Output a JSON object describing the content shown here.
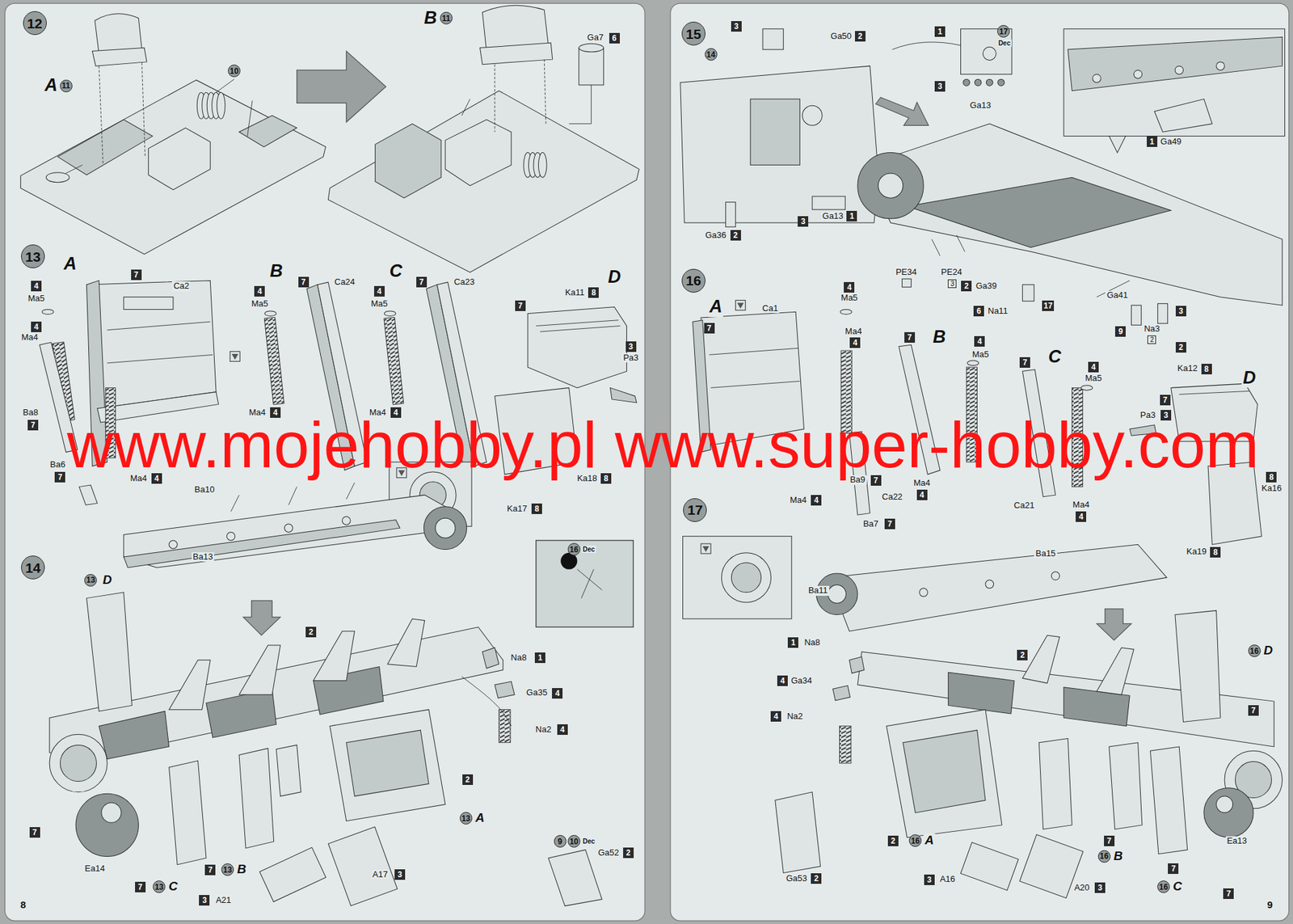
{
  "diagram": {
    "nodes": [
      {
        "text": [
          "12"
        ]
      },
      {
        "text": [
          "11"
        ]
      },
      {
        "text": [
          "10"
        ]
      },
      {
        "text": [
          "11"
        ]
      },
      {
        "text": [
          "6"
        ]
      },
      {
        "text": [
          "13"
        ]
      },
      {
        "text": [
          "4"
        ]
      },
      {
        "text": [
          "4"
        ]
      },
      {
        "text": [
          "7"
        ]
      },
      {
        "text": [
          "7"
        ]
      },
      {
        "text": [
          "7"
        ]
      },
      {
        "text": [
          "4"
        ]
      },
      {
        "text": [
          "4"
        ]
      },
      {
        "text": [
          "7"
        ]
      },
      {
        "text": [
          "4"
        ]
      },
      {
        "text": [
          "4"
        ]
      },
      {
        "text": [
          "7"
        ]
      },
      {
        "text": [
          "4"
        ]
      },
      {
        "text": [
          "7"
        ]
      },
      {
        "text": [
          "8"
        ]
      },
      {
        "text": [
          "3"
        ]
      },
      {
        "text": [
          "8"
        ]
      },
      {
        "text": [
          "8"
        ]
      },
      {
        "text": [
          "14"
        ]
      },
      {
        "text": [
          "13"
        ]
      },
      {
        "text": [
          "2"
        ]
      },
      {
        "text": [
          "16"
        ]
      },
      {
        "text": [
          "1"
        ]
      },
      {
        "text": [
          "4"
        ]
      },
      {
        "text": [
          "4"
        ]
      },
      {
        "text": [
          "2"
        ]
      },
      {
        "text": [
          "13"
        ]
      },
      {
        "text": [
          "9"
        ]
      },
      {
        "text": [
          "10"
        ]
      },
      {
        "text": [
          "2"
        ]
      },
      {
        "text": [
          "7"
        ]
      },
      {
        "text": [
          "7"
        ]
      },
      {
        "text": [
          "13"
        ]
      },
      {
        "text": [
          "7"
        ]
      },
      {
        "text": [
          "13"
        ]
      },
      {
        "text": [
          "3"
        ]
      },
      {
        "text": [
          "3"
        ]
      },
      {
        "text": [
          "15"
        ]
      },
      {
        "text": [
          "3"
        ]
      },
      {
        "text": [
          "2"
        ]
      },
      {
        "text": [
          "1"
        ]
      },
      {
        "text": [
          "17"
        ]
      },
      {
        "text": [
          "3"
        ]
      },
      {
        "text": [
          "14"
        ]
      },
      {
        "text": [
          "1"
        ]
      },
      {
        "text": [
          "2"
        ]
      },
      {
        "text": [
          "3"
        ]
      },
      {
        "text": [
          "1"
        ]
      },
      {
        "text": [
          "3"
        ]
      },
      {
        "text": [
          "2"
        ]
      },
      {
        "text": [
          "6"
        ]
      },
      {
        "text": [
          "17"
        ]
      },
      {
        "text": [
          "9"
        ]
      },
      {
        "text": [
          "2"
        ]
      },
      {
        "text": [
          "3"
        ]
      },
      {
        "text": [
          "2"
        ]
      },
      {
        "text": [
          "16"
        ]
      },
      {
        "text": [
          "7"
        ]
      },
      {
        "text": [
          "4"
        ]
      },
      {
        "text": [
          "4"
        ]
      },
      {
        "text": [
          "7"
        ]
      },
      {
        "text": [
          "4"
        ]
      },
      {
        "text": [
          "7"
        ]
      },
      {
        "text": [
          "4"
        ]
      },
      {
        "text": [
          "8"
        ]
      },
      {
        "text": [
          "7"
        ]
      },
      {
        "text": [
          "3"
        ]
      },
      {
        "text": [
          "8"
        ]
      },
      {
        "text": [
          "7"
        ]
      },
      {
        "text": [
          "4"
        ]
      },
      {
        "text": [
          "4"
        ]
      },
      {
        "text": [
          "4"
        ]
      },
      {
        "text": [
          "7"
        ]
      },
      {
        "text": [
          "8"
        ]
      },
      {
        "text": [
          "17"
        ]
      },
      {
        "text": [
          "1"
        ]
      },
      {
        "text": [
          "4"
        ]
      },
      {
        "text": [
          "4"
        ]
      },
      {
        "text": [
          "2"
        ]
      },
      {
        "text": [
          "16"
        ]
      },
      {
        "text": [
          "7"
        ]
      },
      {
        "text": [
          "2"
        ]
      },
      {
        "text": [
          "16"
        ]
      },
      {
        "text": [
          "2"
        ]
      },
      {
        "text": [
          "3"
        ]
      },
      {
        "text": [
          "7"
        ]
      },
      {
        "text": [
          "16"
        ]
      },
      {
        "text": [
          "3"
        ]
      },
      {
        "text": [
          "7"
        ]
      },
      {
        "text": [
          "16"
        ]
      },
      {
        "text": [
          "7"
        ]
      }
    ],
    "labels": [
      "A",
      "B",
      "Ga7",
      "A",
      "Ma5",
      "Ma4",
      "Ca2",
      "Ba8",
      "Ba6",
      "Ma4",
      "B",
      "Ma5",
      "Ca24",
      "Ma4",
      "C",
      "Ma5",
      "Ca23",
      "Ma4",
      "D",
      "Ka11",
      "Pa3",
      "Ka18",
      "Ka17",
      "Ba10",
      "Ba13",
      "D",
      "Dec",
      "Na8",
      "Ga35",
      "Na2",
      "A",
      "Dec",
      "Ga52",
      "Ea14",
      "C",
      "B",
      "A17",
      "A21",
      "8",
      "Ga50",
      "Dec",
      "Ga13",
      "Ga49",
      "Ga36",
      "Ga13",
      "PE34",
      "PE24",
      "Ga39",
      "Na11",
      "Ga41",
      "Na3",
      "A",
      "Ca1",
      "Ma5",
      "Ma4",
      "B",
      "Ma5",
      "C",
      "Ma5",
      "Ka12",
      "D",
      "Pa3",
      "Ka16",
      "Ba9",
      "Ca22",
      "Ma4",
      "Ca21",
      "Ma4",
      "Ma4",
      "Ba7",
      "Ka19",
      "Ba15",
      "Ba11",
      "Na8",
      "Ga34",
      "Na2",
      "D",
      "A",
      "Ga53",
      "A16",
      "B",
      "A20",
      "C",
      "Ea13",
      "9",
      "www.mojehobby.pl www.super-hobby.com"
    ]
  }
}
